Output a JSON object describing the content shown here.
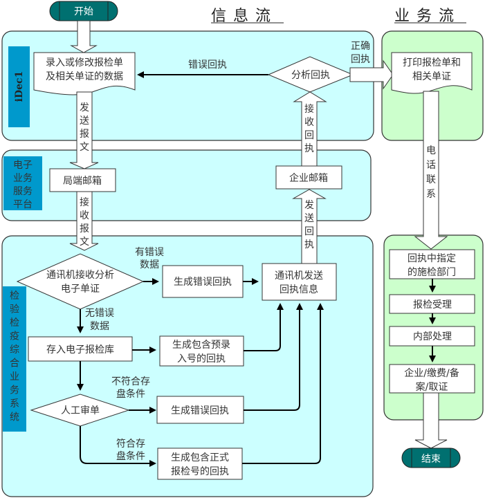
{
  "headers": {
    "info_flow": "信息流",
    "business_flow": "业务流"
  },
  "terminals": {
    "start": "开始",
    "end": "结束"
  },
  "lanes": {
    "idec": "iDec1",
    "ebiz": [
      "电子",
      "业务",
      "服务",
      "平台"
    ],
    "ciq": [
      "检",
      "验",
      "检",
      "疫",
      "综",
      "合",
      "业",
      "务",
      "系",
      "统"
    ]
  },
  "colors": {
    "info_panel": "#ccffff",
    "biz_panel": "#ccffcc",
    "lane_label": "#0099cc",
    "terminal": "#007070"
  },
  "nodes": {
    "entry": [
      "录入或修改报检单",
      "及相关单证的数据"
    ],
    "analyze": "分析回执",
    "print": [
      "打印报检单和",
      "相关单证"
    ],
    "bureau_mailbox": "局端邮箱",
    "company_mailbox": "企业邮箱",
    "comm_receive": [
      "通讯机接收分析",
      "电子单证"
    ],
    "gen_error_1": "生成错误回执",
    "comm_send": [
      "通讯机发送",
      "回执信息"
    ],
    "store_db": "存入电子报检库",
    "gen_pre_no": [
      "生成包含预录",
      "入号的回执"
    ],
    "manual_review": "人工审单",
    "gen_error_2": "生成错误回执",
    "gen_formal_no": [
      "生成包含正式",
      "报检号的回执"
    ],
    "dept": [
      "回执中指定",
      "的施检部门"
    ],
    "accept": "报检受理",
    "internal": "内部处理",
    "fee": [
      "企业/缴费/备",
      "案/取证"
    ]
  },
  "edge_labels": {
    "send_msg": [
      "发",
      "送",
      "报",
      "文"
    ],
    "recv_msg": [
      "接",
      "收",
      "报",
      "文"
    ],
    "recv_receipt": [
      "接",
      "收",
      "回",
      "执"
    ],
    "send_receipt": [
      "发",
      "送",
      "回",
      "执"
    ],
    "phone": [
      "电",
      "话",
      "联",
      "系"
    ],
    "error_receipt": "错误回执",
    "correct_receipt": [
      "正确",
      "回执"
    ],
    "has_error": [
      "有错误",
      "数据"
    ],
    "no_error": [
      "无错误",
      "数据"
    ],
    "not_meet": [
      "不符合存",
      "盘条件"
    ],
    "meet": [
      "符合存",
      "盘条件"
    ]
  }
}
